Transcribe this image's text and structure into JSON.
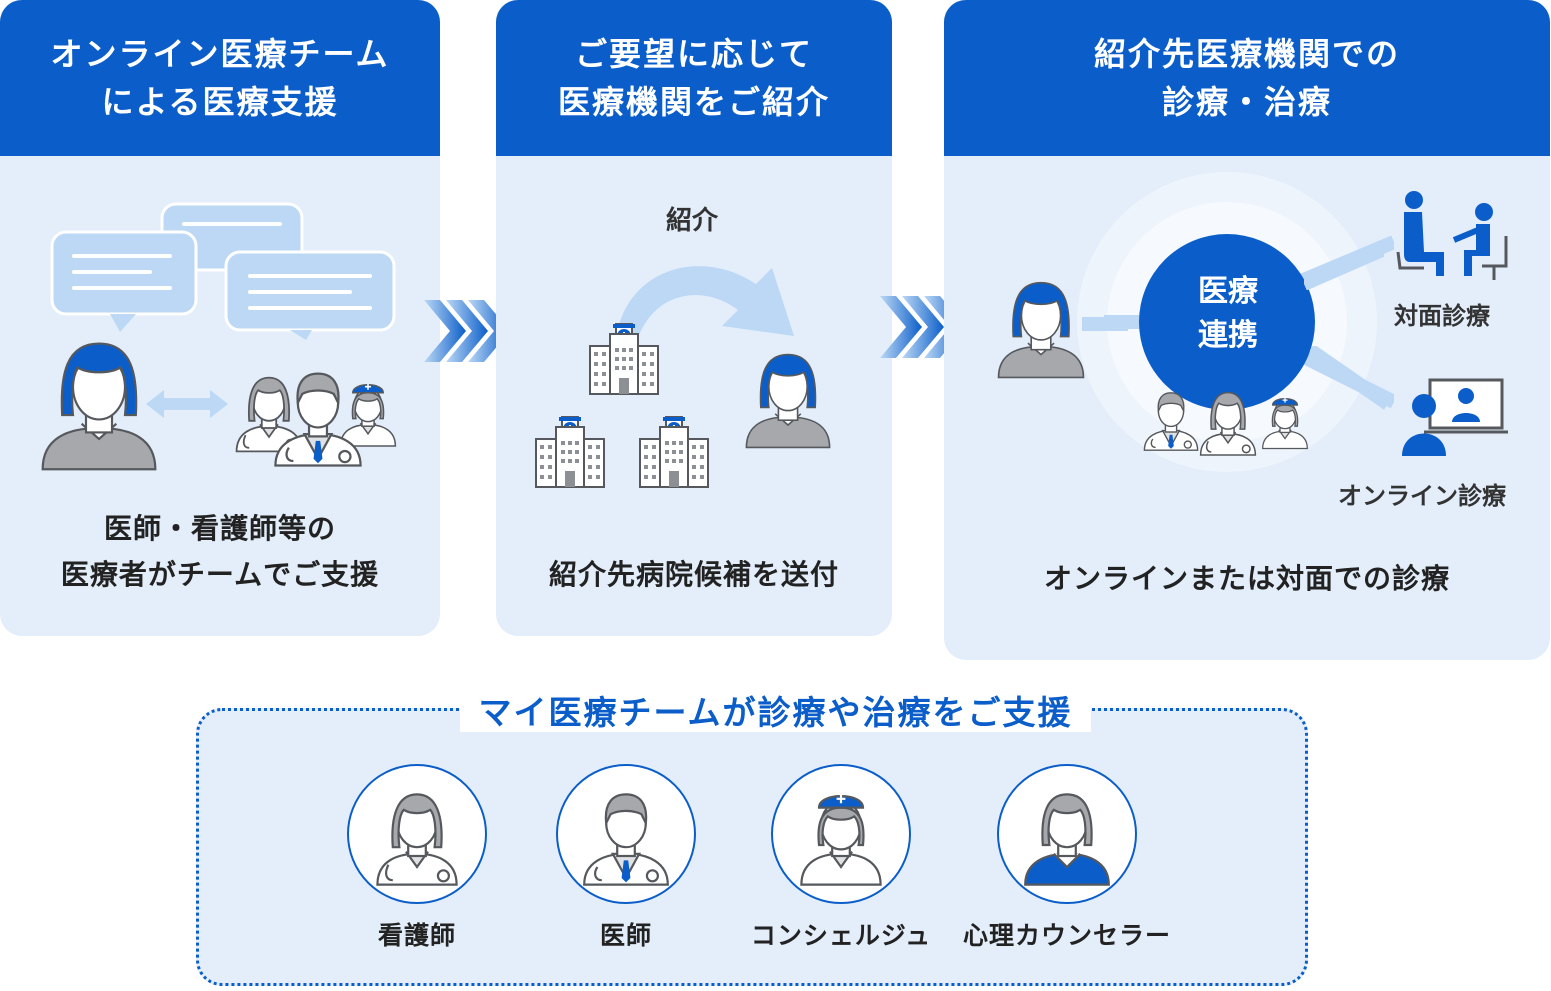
{
  "panels": [
    {
      "header": "オンライン医療チーム\nによる医療支援",
      "caption": "医師・看護師等の\n医療者がチームでご支援"
    },
    {
      "header": "ご要望に応じて\n医療機関をご紹介",
      "label": "紹介",
      "caption": "紹介先病院候補を送付"
    },
    {
      "header": "紹介先医療機関での\n診療・治療",
      "center_label": "医療\n連携",
      "option_in_person": "対面診療",
      "option_online": "オンライン診療",
      "caption": "オンラインまたは対面での診療"
    }
  ],
  "support": {
    "title": "マイ医療チームが診療や治療をご支援",
    "members": [
      {
        "label": "看護師",
        "icon": "nurse-icon"
      },
      {
        "label": "医師",
        "icon": "doctor-icon"
      },
      {
        "label": "コンシェルジュ",
        "icon": "concierge-icon"
      },
      {
        "label": "心理カウンセラー",
        "icon": "counselor-icon"
      }
    ]
  },
  "colors": {
    "primary": "#0b5ec9",
    "panel_bg": "#e3eefa",
    "light_blue": "#bcd8f5",
    "gray_fill": "#a6a8ac",
    "outline": "#55585c"
  }
}
